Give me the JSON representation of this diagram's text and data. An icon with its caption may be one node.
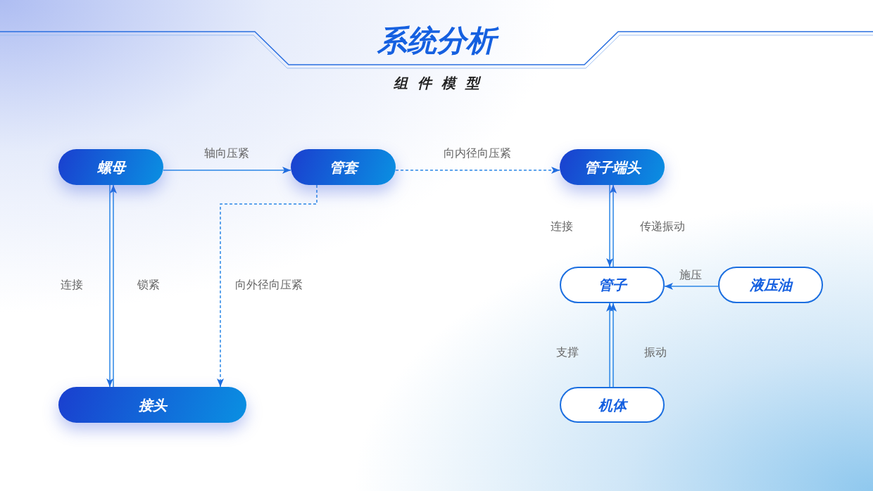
{
  "diagram": {
    "title": "系统分析",
    "nodes": [
      {
        "text": [
          "螺母"
        ]
      },
      {
        "text": [
          "管套"
        ]
      },
      {
        "text": [
          "管子端头"
        ]
      },
      {
        "text": [
          "管子"
        ]
      },
      {
        "text": [
          "液压油"
        ]
      },
      {
        "text": [
          "接头"
        ]
      },
      {
        "text": [
          "机体"
        ]
      }
    ],
    "edges": [
      {
        "from": 0,
        "to": 1,
        "arrow": "to",
        "label": "轴向压紧"
      },
      {
        "from": 1,
        "to": 2,
        "arrow": "to",
        "label": "向内径向压紧",
        "style": "dashed"
      },
      {
        "from": 0,
        "to": 5,
        "arrow": "to",
        "label": "连接"
      },
      {
        "from": 5,
        "to": 0,
        "arrow": "to",
        "label": "锁紧"
      },
      {
        "from": 1,
        "to": 5,
        "arrow": "to",
        "label": "向外径向压紧",
        "style": "dashed"
      },
      {
        "from": 2,
        "to": 3,
        "arrow": "to",
        "label": "连接"
      },
      {
        "from": 3,
        "to": 2,
        "arrow": "to",
        "label": "传递振动"
      },
      {
        "from": 4,
        "to": 3,
        "arrow": "to",
        "label": "施压"
      },
      {
        "from": 6,
        "to": 3,
        "arrow": "to",
        "label": "支撑"
      },
      {
        "from": 6,
        "to": 3,
        "arrow": "to",
        "label": "振动"
      }
    ],
    "labels": [
      "组件模型"
    ]
  }
}
